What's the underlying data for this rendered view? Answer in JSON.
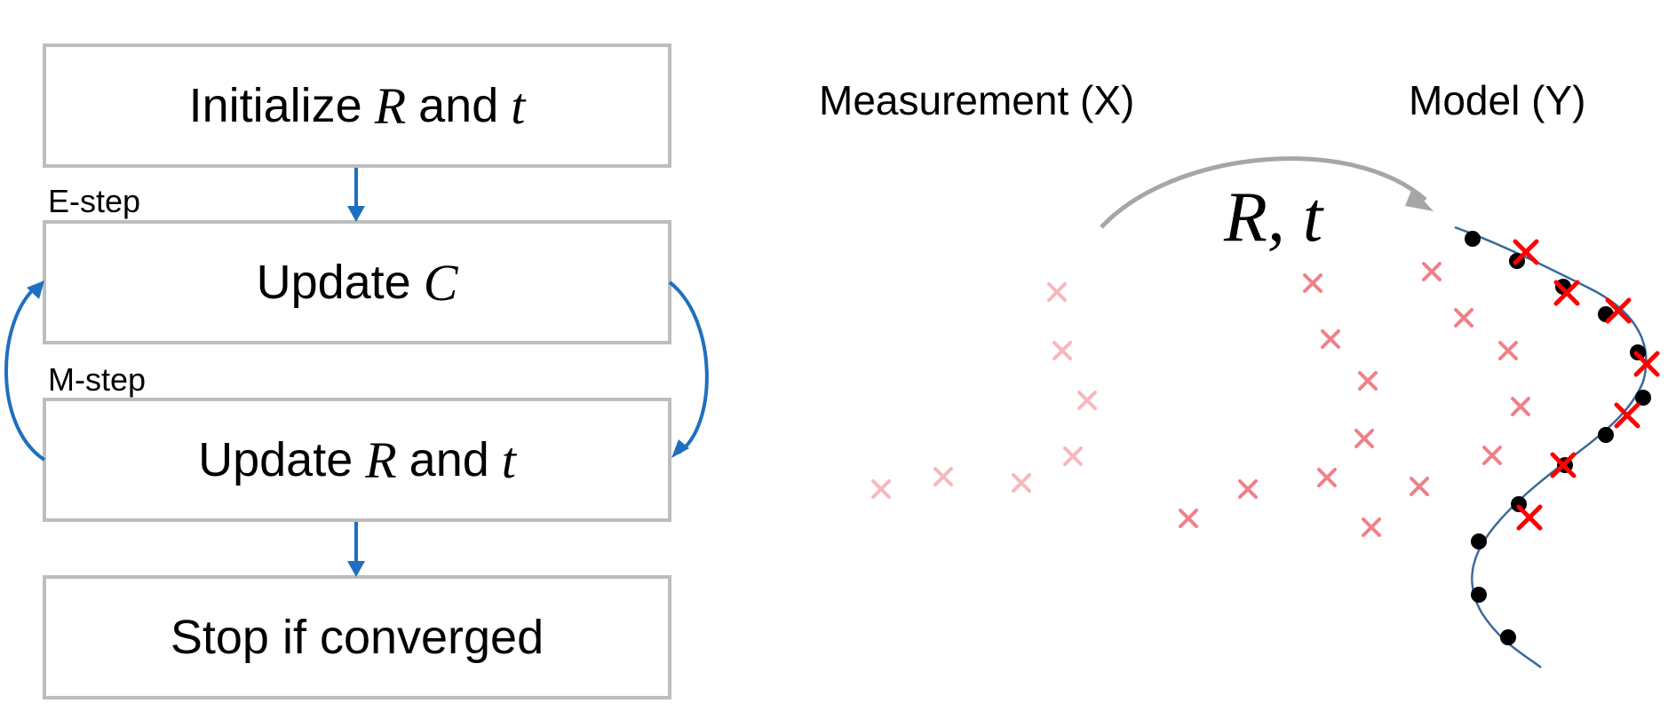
{
  "flowchart": {
    "init": {
      "text": "Initialize",
      "var1": "R",
      "mid": "and",
      "var2": "t"
    },
    "e_step_label": "E-step",
    "update_c": {
      "text": "Update",
      "var": "C"
    },
    "m_step_label": "M-step",
    "update_rt": {
      "text": "Update",
      "var1": "R",
      "mid": "and",
      "var2": "t"
    },
    "stop": {
      "text": "Stop if converged"
    }
  },
  "illustration": {
    "measurement_title": "Measurement (X)",
    "model_title": "Model (Y)",
    "transform_label": "R, t"
  },
  "colors": {
    "box_border": "#bdbdbd",
    "flow_arrow": "#1f6fc0",
    "transform_arrow": "#a6a6a6",
    "measurement_cross_faint": "#f6b8bc",
    "measurement_cross_mid": "#f08088",
    "measurement_cross_strong": "#ff0000",
    "model_curve": "#3a6a9a",
    "model_point": "#000000"
  }
}
